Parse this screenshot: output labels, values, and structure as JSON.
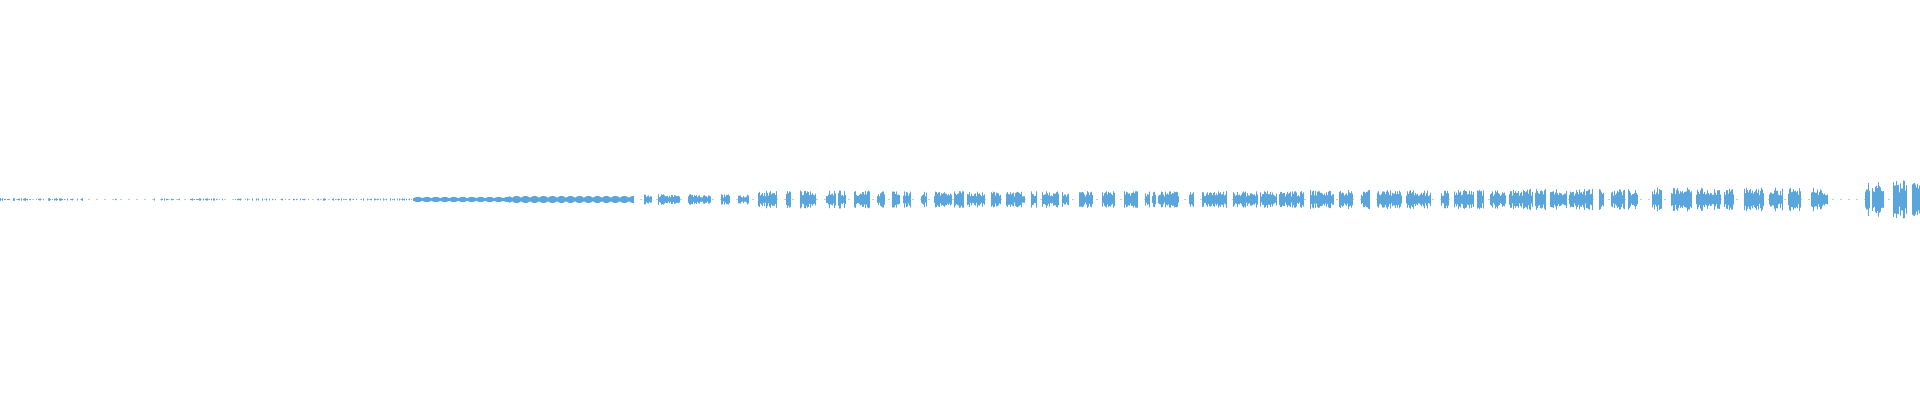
{
  "waveform": {
    "color": "#5aa5dc",
    "background": "#ffffff",
    "segments": [
      {
        "from": 0.0,
        "to": 0.043,
        "amp": 0.12,
        "density": 0.55,
        "kind": "ticks"
      },
      {
        "from": 0.06,
        "to": 0.061,
        "amp": 0.06,
        "density": 1.0,
        "kind": "ticks"
      },
      {
        "from": 0.08,
        "to": 0.215,
        "amp": 0.1,
        "density": 0.35,
        "kind": "ticks"
      },
      {
        "from": 0.215,
        "to": 0.265,
        "amp": 0.22,
        "density": 1.0,
        "kind": "wave"
      },
      {
        "from": 0.265,
        "to": 0.33,
        "amp": 0.3,
        "density": 1.0,
        "kind": "wave"
      },
      {
        "from": 0.33,
        "to": 0.39,
        "amp": 0.45,
        "density": 0.75,
        "kind": "bursts"
      },
      {
        "from": 0.39,
        "to": 0.455,
        "amp": 0.75,
        "density": 0.7,
        "kind": "bursts"
      },
      {
        "from": 0.455,
        "to": 0.68,
        "amp": 0.7,
        "density": 0.65,
        "kind": "bursts"
      },
      {
        "from": 0.68,
        "to": 0.785,
        "amp": 0.8,
        "density": 0.75,
        "kind": "bursts"
      },
      {
        "from": 0.785,
        "to": 0.855,
        "amp": 0.9,
        "density": 0.9,
        "kind": "bursts"
      },
      {
        "from": 0.855,
        "to": 0.952,
        "amp": 1.0,
        "density": 0.9,
        "kind": "bursts"
      },
      {
        "from": 0.968,
        "to": 1.0,
        "amp": 1.6,
        "density": 1.0,
        "kind": "bursts"
      }
    ]
  }
}
